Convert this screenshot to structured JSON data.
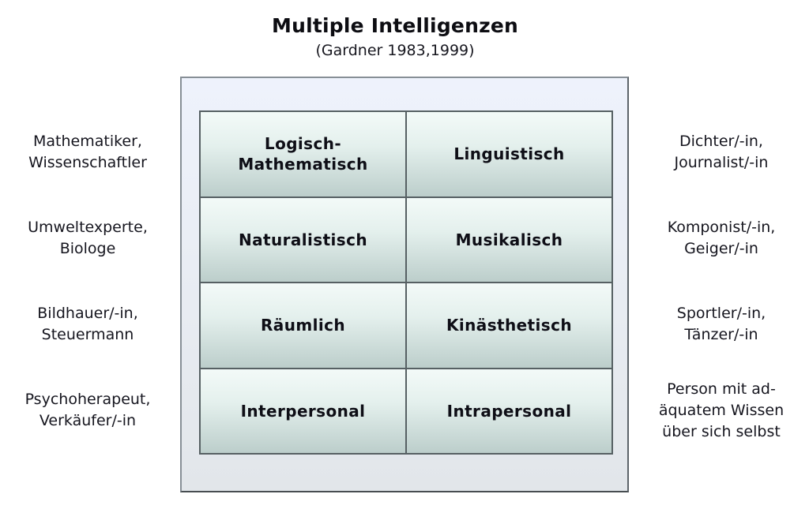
{
  "header": {
    "title": "Multiple Intelligenzen",
    "subtitle": "(Gardner 1983,1999)"
  },
  "colors": {
    "panel_background_top": "#eef2fc",
    "panel_background_bottom": "#e2e6ea",
    "panel_border": "#878f96",
    "cell_gradient_top": "#f3faf8",
    "cell_gradient_bottom": "#bccecb",
    "grid_line": "#566063",
    "text": "#14141d"
  },
  "rows": [
    {
      "left_label": "Mathematiker,\nWissenschaftler",
      "cell_left": "Logisch-\nMathematisch",
      "cell_right": "Linguistisch",
      "right_label": "Dichter/-in,\nJournalist/-in"
    },
    {
      "left_label": "Umweltexperte,\nBiologe",
      "cell_left": "Naturalistisch",
      "cell_right": "Musikalisch",
      "right_label": "Komponist/-in,\nGeiger/-in"
    },
    {
      "left_label": "Bildhauer/-in,\nSteuermann",
      "cell_left": "Räumlich",
      "cell_right": "Kinästhetisch",
      "right_label": "Sportler/-in,\nTänzer/-in"
    },
    {
      "left_label": "Psychoherapeut,\nVerkäufer/-in",
      "cell_left": "Interpersonal",
      "cell_right": "Intrapersonal",
      "right_label": "Person mit ad-\näquatem Wissen\nüber sich selbst"
    }
  ]
}
